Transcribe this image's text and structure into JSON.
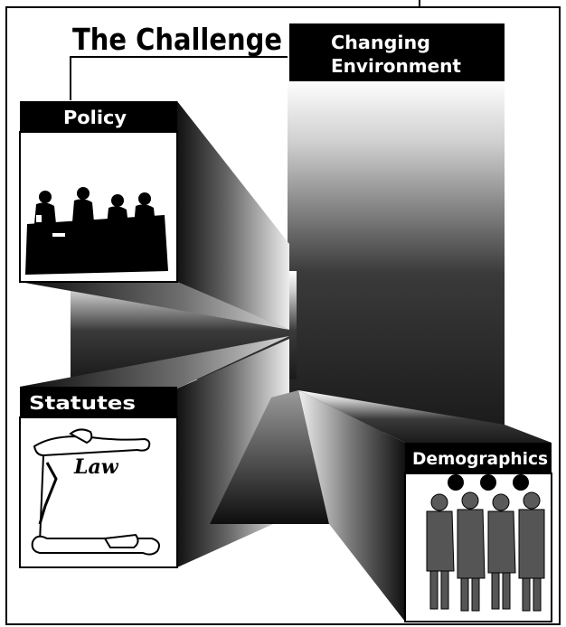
{
  "diagram": {
    "title": "The Challenge",
    "center_label_line1": "Changing",
    "center_label_line2": "Environment",
    "panels": {
      "policy": {
        "label": "Policy",
        "icon": "meeting-table-icon"
      },
      "statutes": {
        "label": "Statutes",
        "icon": "law-scroll-icon",
        "scroll_text": "Law"
      },
      "demographics": {
        "label": "Demographics",
        "icon": "people-group-icon"
      }
    },
    "colors": {
      "ink": "#000000",
      "paper": "#ffffff",
      "gradient_light": "#f2f2f2",
      "gradient_mid": "#8a8a8a",
      "gradient_dark": "#1a1a1a"
    }
  }
}
